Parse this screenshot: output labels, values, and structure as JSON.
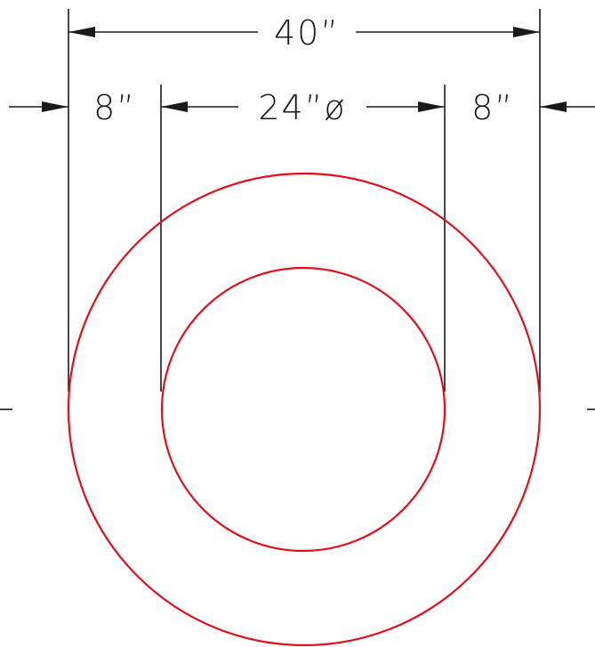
{
  "drawing": {
    "line_color": "#1a1a1a",
    "circle_color": "#e0101c",
    "dimensions": {
      "overall": "40”",
      "left_wall": "8”",
      "inner_diameter": "24”ø",
      "right_wall": "8”"
    }
  }
}
